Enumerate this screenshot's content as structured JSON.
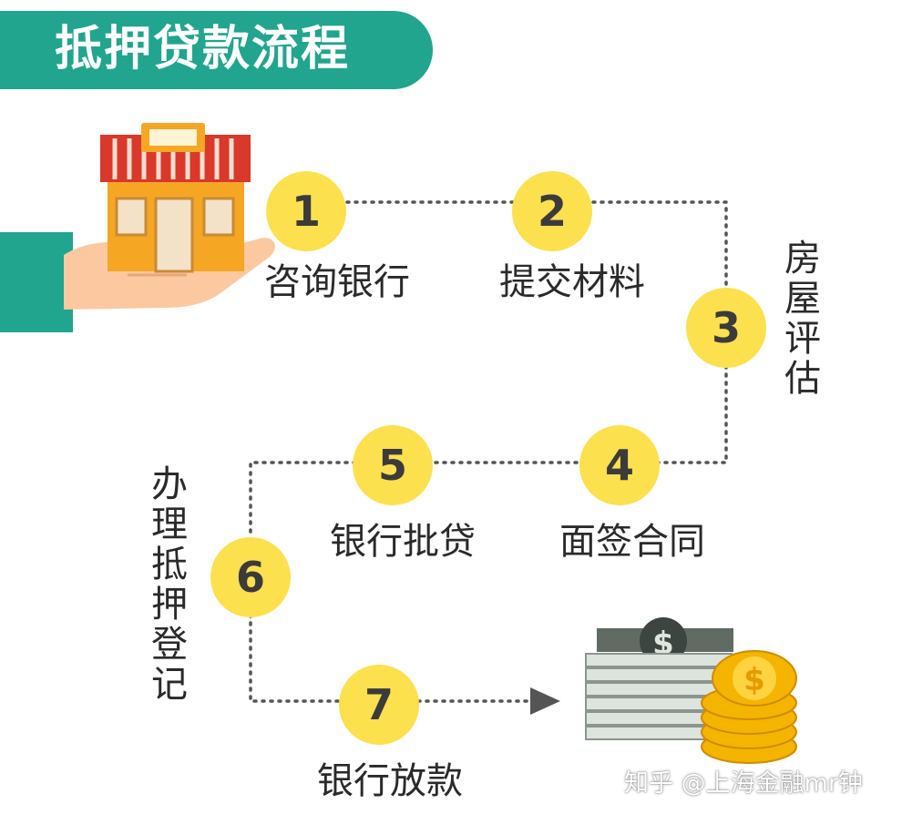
{
  "title": "抵押贷款流程",
  "steps": [
    {
      "number": "1",
      "label": "咨询银行"
    },
    {
      "number": "2",
      "label": "提交材料"
    },
    {
      "number": "3",
      "label": "房屋评估"
    },
    {
      "number": "4",
      "label": "面签合同"
    },
    {
      "number": "5",
      "label": "银行批贷"
    },
    {
      "number": "6",
      "label": "办理抵押登记"
    },
    {
      "number": "7",
      "label": "银行放款"
    }
  ],
  "vertical_labels": {
    "step3": [
      "房",
      "屋",
      "评",
      "估"
    ],
    "step6": [
      "办",
      "理",
      "抵",
      "押",
      "登",
      "记"
    ]
  },
  "watermark": "知乎 @上海金融mr钟",
  "colors": {
    "banner": "#21a58e",
    "circle": "#fde04e",
    "text": "#2a2a2a",
    "connector": "#555555"
  },
  "icons": {
    "left_illustration": "hand-holding-house-icon",
    "right_illustration": "money-stack-coins-icon"
  }
}
